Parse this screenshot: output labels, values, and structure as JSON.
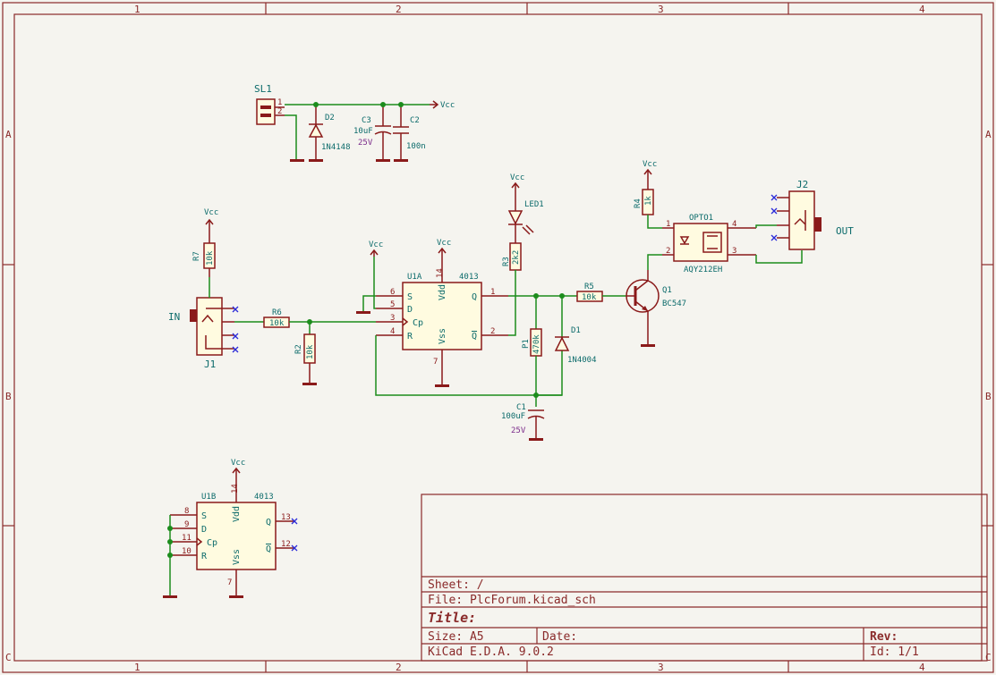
{
  "sheet": {
    "border_cols": [
      "1",
      "2",
      "3",
      "4"
    ],
    "border_rows": [
      "A",
      "B",
      "C"
    ]
  },
  "title_block": {
    "sheet": "Sheet: /",
    "file": "File: PlcForum.kicad_sch",
    "title": "Title:",
    "size": "Size: A5",
    "date": "Date:",
    "rev": "Rev:",
    "tool": "KiCad E.D.A. 9.0.2",
    "id": "Id: 1/1"
  },
  "power_label": "Vcc",
  "components": {
    "sl1": {
      "ref": "SL1",
      "pin1": "1",
      "pin2": "2"
    },
    "d2": {
      "ref": "D2",
      "value": "1N4148"
    },
    "c3": {
      "ref": "C3",
      "value": "10uF",
      "voltage": "25V"
    },
    "c2": {
      "ref": "C2",
      "value": "100n"
    },
    "led1": {
      "ref": "LED1"
    },
    "r3": {
      "ref": "R3",
      "value": "2k2"
    },
    "r4": {
      "ref": "R4",
      "value": "1k"
    },
    "opto1": {
      "ref": "OPTO1",
      "value": "AQY212EH",
      "pin1": "1",
      "pin2": "2",
      "pin3": "3",
      "pin4": "4"
    },
    "j2": {
      "ref": "J2",
      "label": "OUT"
    },
    "r7": {
      "ref": "R7",
      "value": "10k"
    },
    "j1": {
      "ref": "J1",
      "label": "IN"
    },
    "r6": {
      "ref": "R6",
      "value": "10k"
    },
    "r2": {
      "ref": "R2",
      "value": "10k"
    },
    "u1a": {
      "ref": "U1A",
      "value": "4013",
      "pins": {
        "s": "6",
        "d": "5",
        "cp": "3",
        "r": "4",
        "vdd": "14",
        "vss": "7",
        "q": "1",
        "nq": "2"
      },
      "names": {
        "s": "S",
        "d": "D",
        "cp": "Cp",
        "r": "R",
        "vdd": "Vdd",
        "vss": "Vss",
        "q": "Q",
        "nq": "Q"
      }
    },
    "r5": {
      "ref": "R5",
      "value": "10k"
    },
    "q1": {
      "ref": "Q1",
      "value": "BC547"
    },
    "p1": {
      "ref": "P1",
      "value": "470k"
    },
    "d1": {
      "ref": "D1",
      "value": "1N4004"
    },
    "c1": {
      "ref": "C1",
      "value": "100uF",
      "voltage": "25V"
    },
    "u1b": {
      "ref": "U1B",
      "value": "4013",
      "pins": {
        "s": "8",
        "d": "9",
        "cp": "11",
        "r": "10",
        "vdd": "14",
        "vss": "7",
        "q": "13",
        "nq": "12"
      },
      "names": {
        "s": "S",
        "d": "D",
        "cp": "Cp",
        "r": "R",
        "vdd": "Vdd",
        "vss": "Vss",
        "q": "Q",
        "nq": "Q"
      }
    }
  }
}
